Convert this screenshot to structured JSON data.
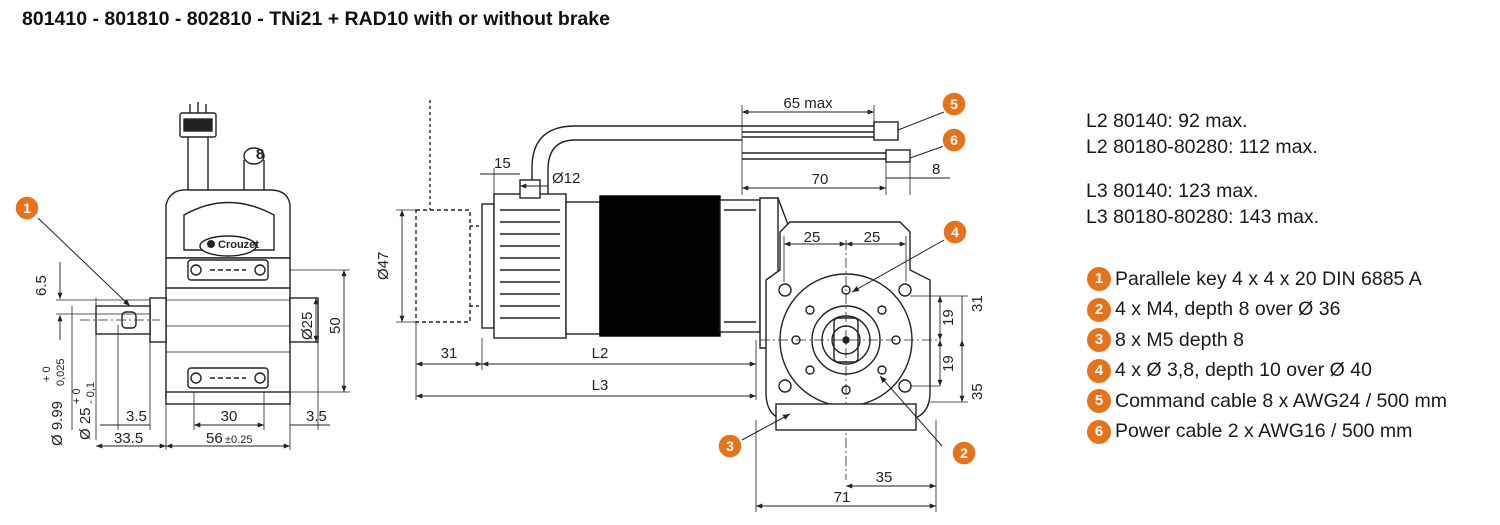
{
  "title": "801410 - 801810 - 802810 - TNi21 + RAD10 with or without brake",
  "colors": {
    "callout": "#e5731b",
    "motor_body": "#000000",
    "line": "#222222"
  },
  "specs": {
    "l2_a": "L2  80140: 92 max.",
    "l2_b": "L2  80180-80280: 112 max.",
    "l3_a": "L3  80140: 123 max.",
    "l3_b": "L3  80180-80280: 143 max."
  },
  "legend": [
    {
      "num": "1",
      "text": "Parallele key 4 x 4 x 20 DIN 6885 A"
    },
    {
      "num": "2",
      "text": "4 x M4, depth 8 over Ø 36"
    },
    {
      "num": "3",
      "text": "8 x M5 depth 8"
    },
    {
      "num": "4",
      "text": "4 x Ø 3,8, depth 10 over Ø 40"
    },
    {
      "num": "5",
      "text": "Command cable 8 x AWG24 / 500 mm"
    },
    {
      "num": "6",
      "text": "Power cable 2 x AWG16 / 500 mm"
    }
  ],
  "left_view": {
    "d_shaft": "Ø 9.99",
    "d_shaft_tol_upper": "+ 0",
    "d_shaft_tol_lower": "0,025",
    "d_hub": "Ø 25",
    "d_hub_tol_upper": "+ 0",
    "d_hub_tol_lower": "- 0,1",
    "dim_6_5": "6.5",
    "dim_3_5_left": "3.5",
    "dim_30": "30",
    "dim_3_5_right": "3.5",
    "dim_33_5": "33.5",
    "dim_56": "56",
    "dim_56_tol": "±0.25",
    "dim_d25": "Ø25",
    "dim_50": "50",
    "connector_mark": "8",
    "logo_text": "Crouzet"
  },
  "side_view": {
    "dim_d47": "Ø47",
    "dim_15": "15",
    "dim_d12": "Ø12",
    "dim_31": "31",
    "dim_l2": "L2",
    "dim_l3": "L3",
    "dim_65max": "65 max",
    "dim_70": "70",
    "dim_8": "8"
  },
  "front_view": {
    "dim_25_a": "25",
    "dim_25_b": "25",
    "dim_19_a": "19",
    "dim_19_b": "19",
    "dim_31": "31",
    "dim_35_v": "35",
    "dim_35_h": "35",
    "dim_71": "71"
  }
}
